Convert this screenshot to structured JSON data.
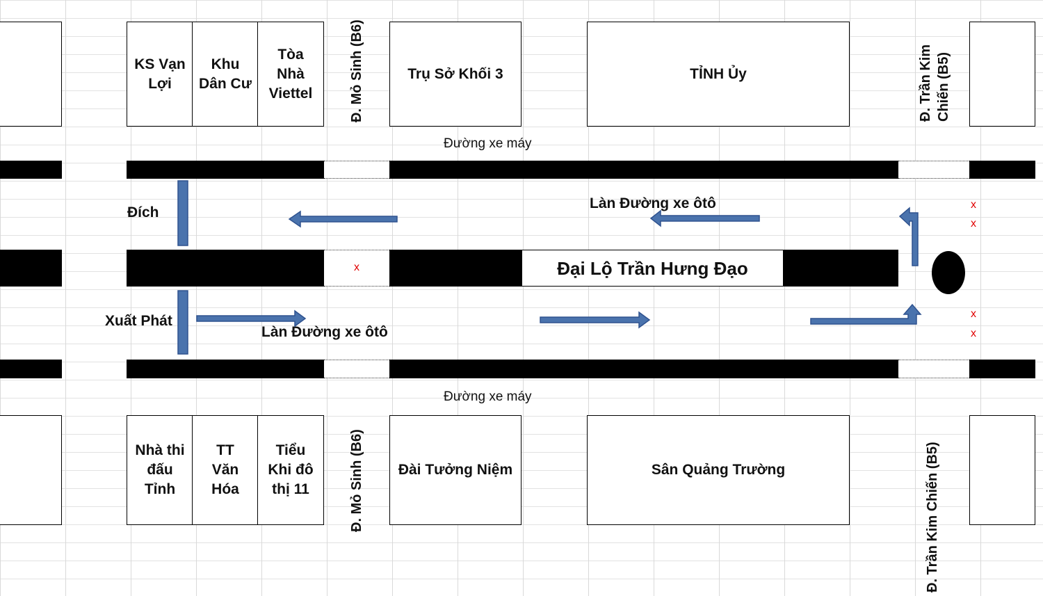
{
  "buildings_top": {
    "ks_van_loi": "KS Vạn\nLợi",
    "khu_dan_cu": "Khu\nDân Cư",
    "toa_nha_viettel": "Tòa\nNhà\nViettel",
    "tru_so_khoi_3": "Trụ Sở Khối 3",
    "tinh_uy": "TỈNH Ủy"
  },
  "buildings_bottom": {
    "nha_thi_dau": "Nhà thi\nđấu\nTỉnh",
    "tt_van_hoa": "TT\nVăn\nHóa",
    "tieu_khi_do_thi": "Tiểu\nKhi đô\nthị 11",
    "dai_tuong_niem": "Đài Tưởng Niệm",
    "san_quang_truong": "Sân Quảng Trường"
  },
  "streets": {
    "mo_sinh_top": "Đ. Mỏ Sinh (B6)",
    "mo_sinh_bottom": "Đ. Mỏ Sinh (B6)",
    "tran_kim_chien_top": "Đ. Trần Kim\nChiến (B5)",
    "tran_kim_chien_bottom": "Đ. Trần Kim Chiến (B5)"
  },
  "roads": {
    "motorbike_top": "Đường xe máy",
    "motorbike_bottom": "Đường xe máy",
    "main_avenue": "Đại Lộ Trần Hưng Đạo",
    "car_lane_top": "Làn Đường xe ôtô",
    "car_lane_bottom": "Làn Đường xe ôtô"
  },
  "markers": {
    "finish": "Đích",
    "start": "Xuất Phát",
    "x_mark": "x"
  },
  "colors": {
    "arrow_fill": "#4a73ad",
    "arrow_stroke": "#2f528f",
    "barrier": "#000000",
    "x_mark": "#e00000"
  }
}
